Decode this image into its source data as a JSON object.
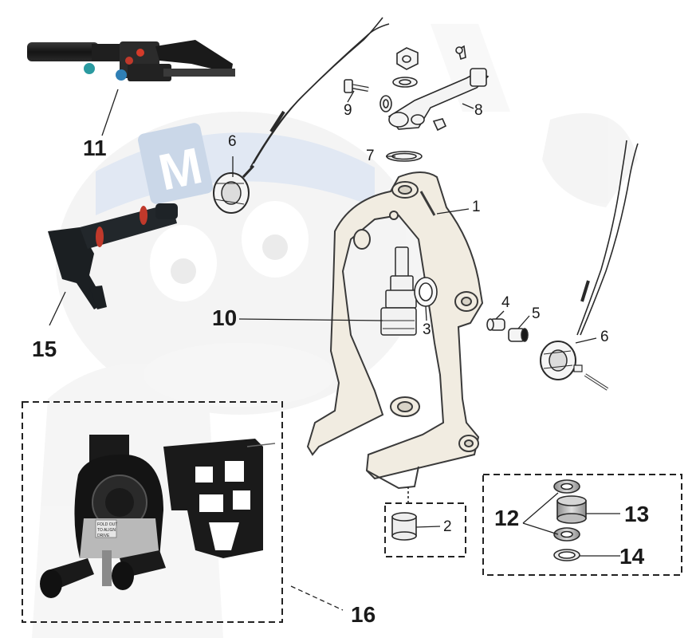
{
  "diagram": {
    "callouts": [
      {
        "id": "c1",
        "text": "1"
      },
      {
        "id": "c2",
        "text": "2"
      },
      {
        "id": "c3",
        "text": "3"
      },
      {
        "id": "c4",
        "text": "4"
      },
      {
        "id": "c5",
        "text": "5"
      },
      {
        "id": "c6a",
        "text": "6"
      },
      {
        "id": "c6b",
        "text": "6"
      },
      {
        "id": "c7",
        "text": "7"
      },
      {
        "id": "c8",
        "text": "8"
      },
      {
        "id": "c9",
        "text": "9"
      },
      {
        "id": "c10",
        "text": "10"
      },
      {
        "id": "c11",
        "text": "11"
      },
      {
        "id": "c12",
        "text": "12"
      },
      {
        "id": "c13",
        "text": "13"
      },
      {
        "id": "c14",
        "text": "14"
      },
      {
        "id": "c15",
        "text": "15"
      },
      {
        "id": "c16",
        "text": "16"
      }
    ],
    "photo_text": {
      "decal_line1": "FOLD OUT",
      "decal_line2": "TO ALIGN",
      "decal_line3": "DRIVE"
    },
    "watermark_letter": "M",
    "colors": {
      "ink": "#1a1a1a",
      "line_art": "#3a3a3a",
      "casting_fill": "#f1ece1",
      "photo_black": "#141414",
      "photo_metal": "#b9b9b9",
      "seal_red": "#c0392b",
      "fitting_blue": "#2f7fb5",
      "watermark_blue": "#9fb7d6",
      "watermark_grey": "#ececec"
    }
  }
}
